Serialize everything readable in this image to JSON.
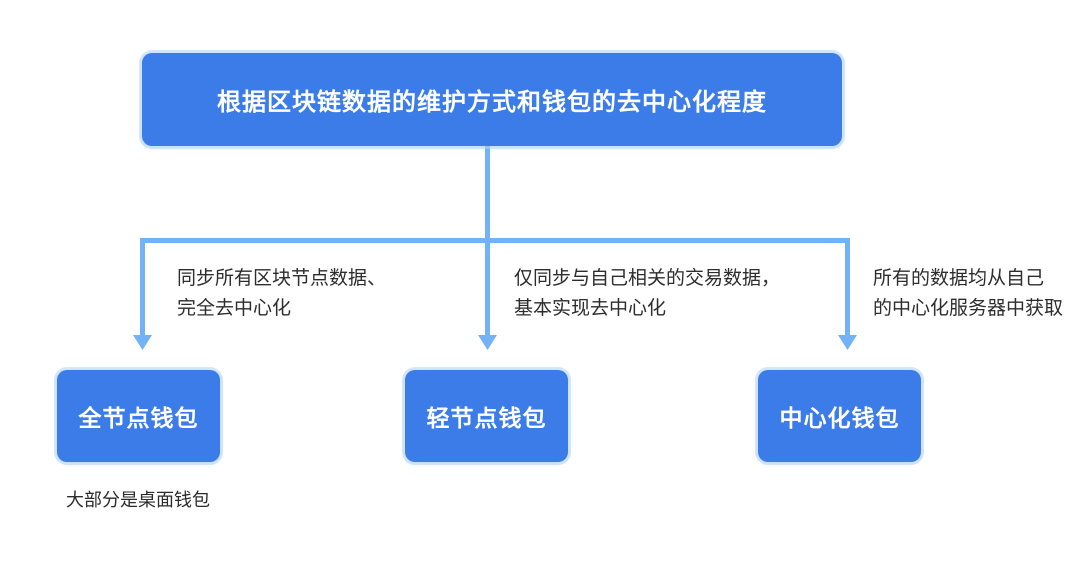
{
  "diagram": {
    "root_label": "根据区块链数据的维护方式和钱包的去中心化程度",
    "branches": [
      {
        "annotation": [
          "同步所有区块节点数据、",
          "完全去中心化"
        ],
        "node_label": "全节点钱包"
      },
      {
        "annotation": [
          "仅同步与自己相关的交易数据，",
          "基本实现去中心化"
        ],
        "node_label": "轻节点钱包"
      },
      {
        "annotation": [
          "所有的数据均从自己",
          "的中心化服务器中获取"
        ],
        "node_label": "中心化钱包"
      }
    ],
    "footnote": "大部分是桌面钱包"
  },
  "colors": {
    "node_fill": "#3B7CE8",
    "node_text": "#FFFFFF",
    "connector": "#73B2F7",
    "annotation_text": "#2D2D2D",
    "background": "#FFFFFF"
  }
}
